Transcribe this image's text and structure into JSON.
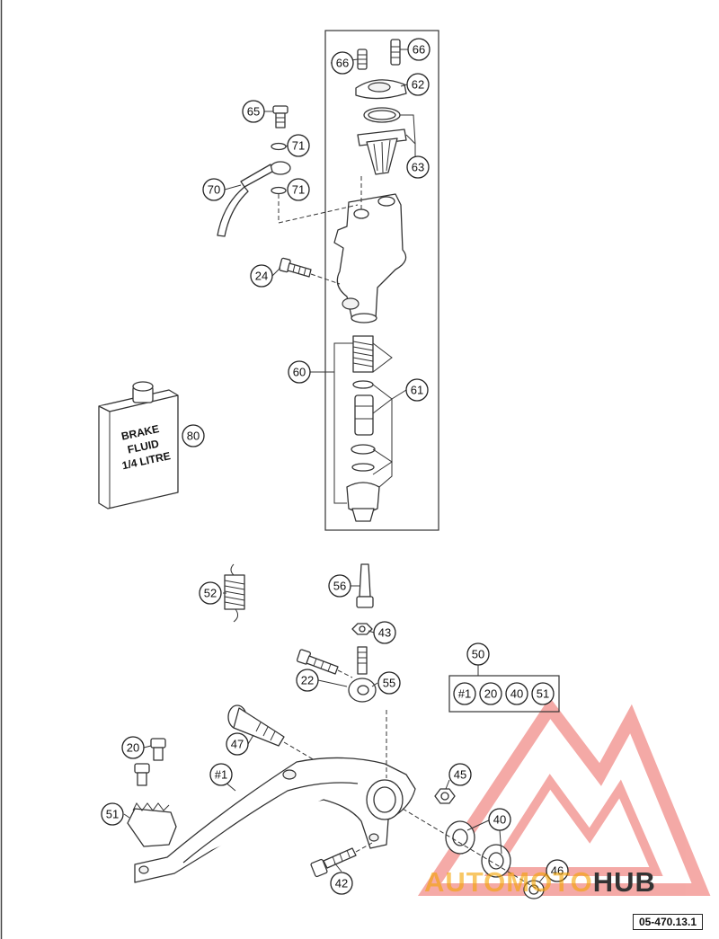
{
  "diagram_id": "05-470.13.1",
  "callouts": [
    "66",
    "66",
    "62",
    "65",
    "71",
    "71",
    "70",
    "63",
    "24",
    "60",
    "61",
    "80",
    "52",
    "56",
    "43",
    "22",
    "55",
    "50",
    "#1",
    "20",
    "40",
    "51",
    "47",
    "20",
    "#1",
    "45",
    "51",
    "40",
    "42",
    "46"
  ],
  "fluid_label": {
    "line1": "BRAKE",
    "line2": "FLUID",
    "line3": "1/4 LITRE"
  },
  "watermark": {
    "part1": "AUTOMOTO",
    "part2": "HUB",
    "color": "#e8423c"
  }
}
